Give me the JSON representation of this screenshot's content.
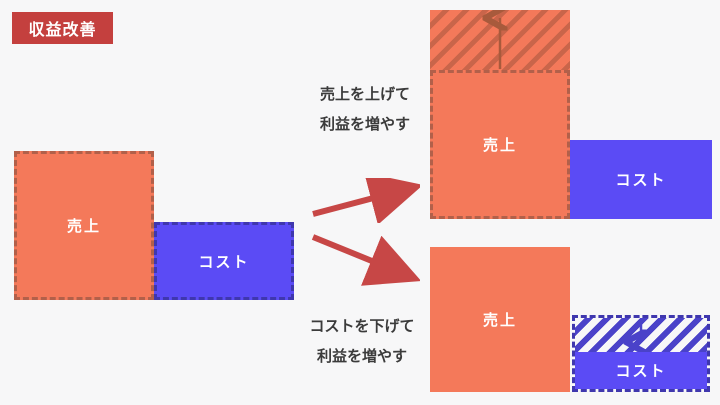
{
  "badge": {
    "label": "収益改善"
  },
  "baseline": {
    "sales_label": "売上",
    "cost_label": "コスト"
  },
  "scenario_sales_up": {
    "caption": {
      "line1": "売上を上げて",
      "line2": "利益を増やす"
    },
    "sales_label": "売上",
    "cost_label": "コスト"
  },
  "scenario_cost_down": {
    "caption": {
      "line1": "コストを下げて",
      "line2": "利益を増やす"
    },
    "sales_label": "売上",
    "cost_label": "コスト"
  },
  "colors": {
    "background": "#f7f7f8",
    "badge_red": "#c4403e",
    "sales_orange": "#f4795a",
    "sales_dash_border": "#b2604a",
    "sales_hatch_stripe": "#c9654a",
    "cost_blue": "#5b4bf5",
    "cost_dash_border": "#3f37ae",
    "cost_hatch_stripe": "#4a42c9",
    "arrow_red": "#c74746",
    "caption_text": "#3b3b3b"
  }
}
